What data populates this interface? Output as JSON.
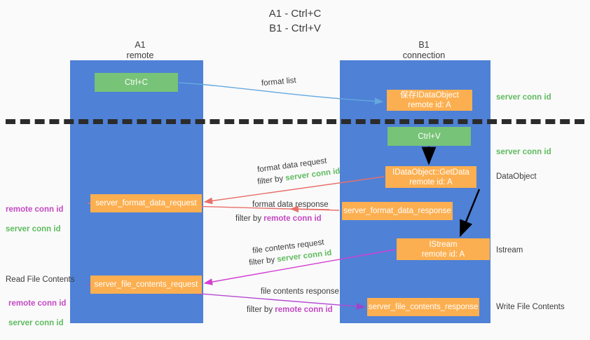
{
  "title": "A1 - Ctrl+C\nB1 - Ctrl+V",
  "lanes": {
    "a": {
      "header": "A1\nremote"
    },
    "b": {
      "header": "B1\nconnection"
    }
  },
  "boxes": {
    "ctrl_c": "Ctrl+C",
    "save_idataobject": "保存IDataObject\nremote id: A",
    "ctrl_v": "Ctrl+V",
    "getdata": "IDataObject::GetData\nremote id: A",
    "format_data_response": "server_format_data_response",
    "istream": "IStream\nremote id: A",
    "file_contents_response": "server_file_contents_response",
    "format_data_request": "server_format_data_request",
    "file_contents_request": "server_file_contents_request"
  },
  "side_labels": {
    "server_conn_id_1": "server conn id",
    "server_conn_id_2": "server conn id",
    "dataobject": "DataObject",
    "istream": "Istream",
    "write_file_contents": "Write File Contents",
    "read_file_contents": "Read File Contents",
    "remote_conn_id": "remote conn id",
    "server_conn_id": "server conn id"
  },
  "edge_labels": {
    "format_list": "format list",
    "format_data_request": "format data request",
    "filter_by": "filter by ",
    "server_conn_id": "server conn id",
    "format_data_response": "format data response",
    "remote_conn_id": "remote conn id",
    "file_contents_request": "file contents request",
    "file_contents_response": "file contents response"
  },
  "colors": {
    "lane_blue": "#4f81d6",
    "box_green": "#77c377",
    "box_orange": "#fcaf50",
    "server_green": "#5fbb60",
    "remote_purple": "#c34ac3",
    "arrow_blue": "#63a8e0",
    "arrow_red": "#e8706a",
    "arrow_magenta": "#d43fd4",
    "arrow_purple": "#9b46c9",
    "arrow_black": "#000000",
    "divider_black": "#2b2b2b",
    "background": "#fafafa"
  }
}
